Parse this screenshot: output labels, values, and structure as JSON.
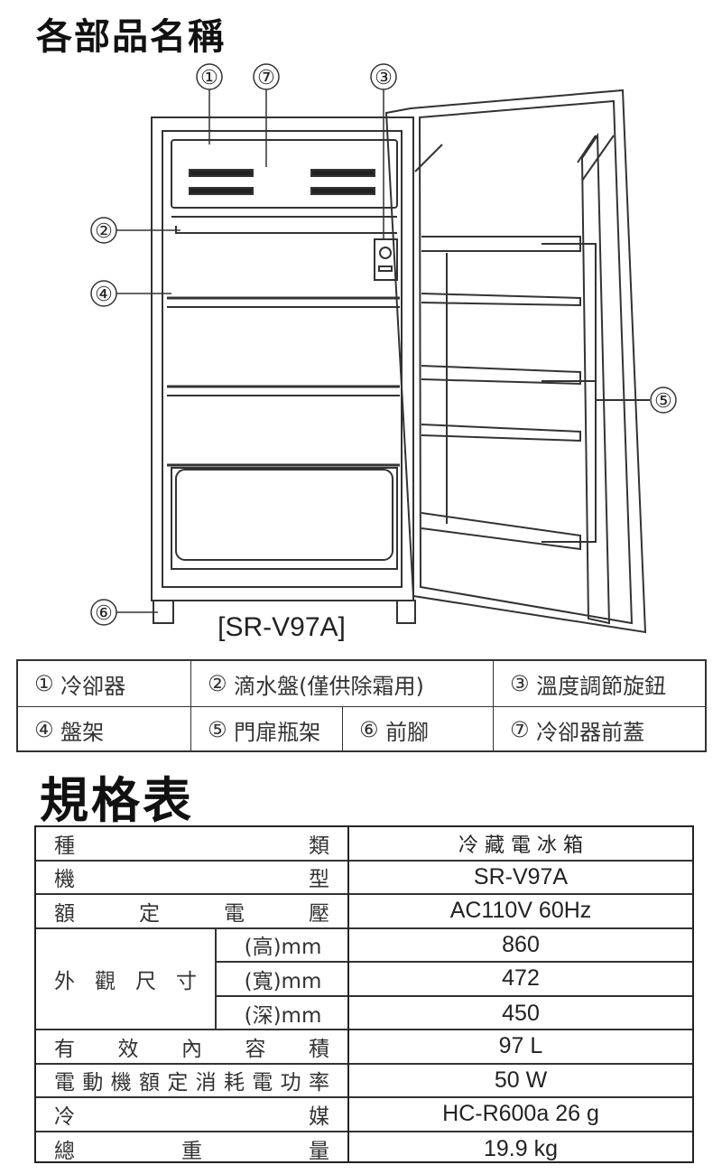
{
  "parts_title": "各部品名稱",
  "model_label": "[SR-V97A]",
  "callouts": [
    "①",
    "⑦",
    "③",
    "②",
    "④",
    "⑤",
    "⑥"
  ],
  "parts": [
    {
      "num": "①",
      "name": "冷卻器"
    },
    {
      "num": "②",
      "name": "滴水盤(僅供除霜用)"
    },
    {
      "num": "③",
      "name": "溫度調節旋鈕"
    },
    {
      "num": "④",
      "name": "盤架"
    },
    {
      "num": "⑤",
      "name": "門扉瓶架"
    },
    {
      "num": "⑥",
      "name": "前腳"
    },
    {
      "num": "⑦",
      "name": "冷卻器前蓋"
    }
  ],
  "spec_title": "規格表",
  "spec": {
    "type_label": "種類",
    "type_value": "冷 藏 電 冰 箱",
    "model_label": "機型",
    "model_value": "SR-V97A",
    "voltage_label": "額定電壓",
    "voltage_value": "AC110V 60Hz",
    "dim_label": "外觀尺寸",
    "height_label": "(高)mm",
    "height_value": "860",
    "width_label": "(寬)mm",
    "width_value": "472",
    "depth_label": "(深)mm",
    "depth_value": "450",
    "volume_label": "有效內容積",
    "volume_value": "97 L",
    "power_label": "電動機額定消耗電功率",
    "power_value": "50 W",
    "refrigerant_label": "冷媒",
    "refrigerant_value": "HC-R600a 26 g",
    "weight_label": "總重量",
    "weight_value": "19.9 kg"
  }
}
